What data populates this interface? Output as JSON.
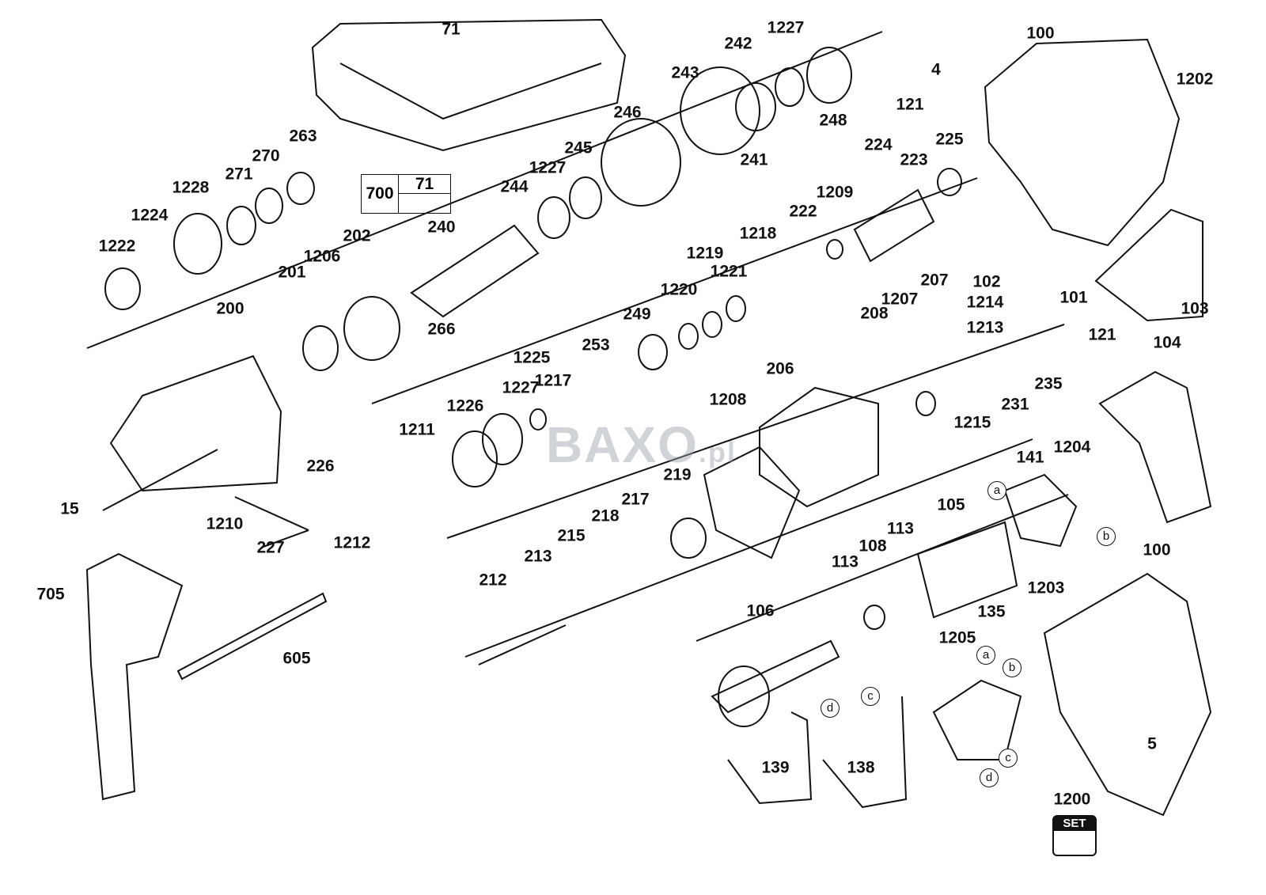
{
  "labels": [
    "71",
    "1227",
    "242",
    "100",
    "4",
    "1202",
    "243",
    "121",
    "246",
    "248",
    "263",
    "241",
    "224",
    "225",
    "270",
    "1227",
    "245",
    "223",
    "271",
    "1228",
    "244",
    "1209",
    "222",
    "1224",
    "240",
    "1218",
    "202",
    "1222",
    "1219",
    "1206",
    "1221",
    "201",
    "102",
    "1220",
    "207",
    "101",
    "1207",
    "1214",
    "200",
    "103",
    "249",
    "266",
    "208",
    "1213",
    "1225",
    "253",
    "121",
    "104",
    "206",
    "235",
    "1227",
    "1217",
    "1208",
    "231",
    "1226",
    "1215",
    "1211",
    "1204",
    "141",
    "226",
    "219",
    "15",
    "217",
    "105",
    "1210",
    "113",
    "218",
    "1212",
    "227",
    "215",
    "108",
    "100",
    "213",
    "113",
    "705",
    "212",
    "1203",
    "106",
    "135",
    "1205",
    "605",
    "5",
    "139",
    "138",
    "1200"
  ],
  "box700": {
    "left": "700",
    "right": "71"
  },
  "markers": [
    "a",
    "b",
    "a",
    "b",
    "c",
    "d",
    "c",
    "d"
  ],
  "watermark": {
    "main": "BAXO",
    "suffix": ".pl"
  },
  "set_badge": "SET"
}
